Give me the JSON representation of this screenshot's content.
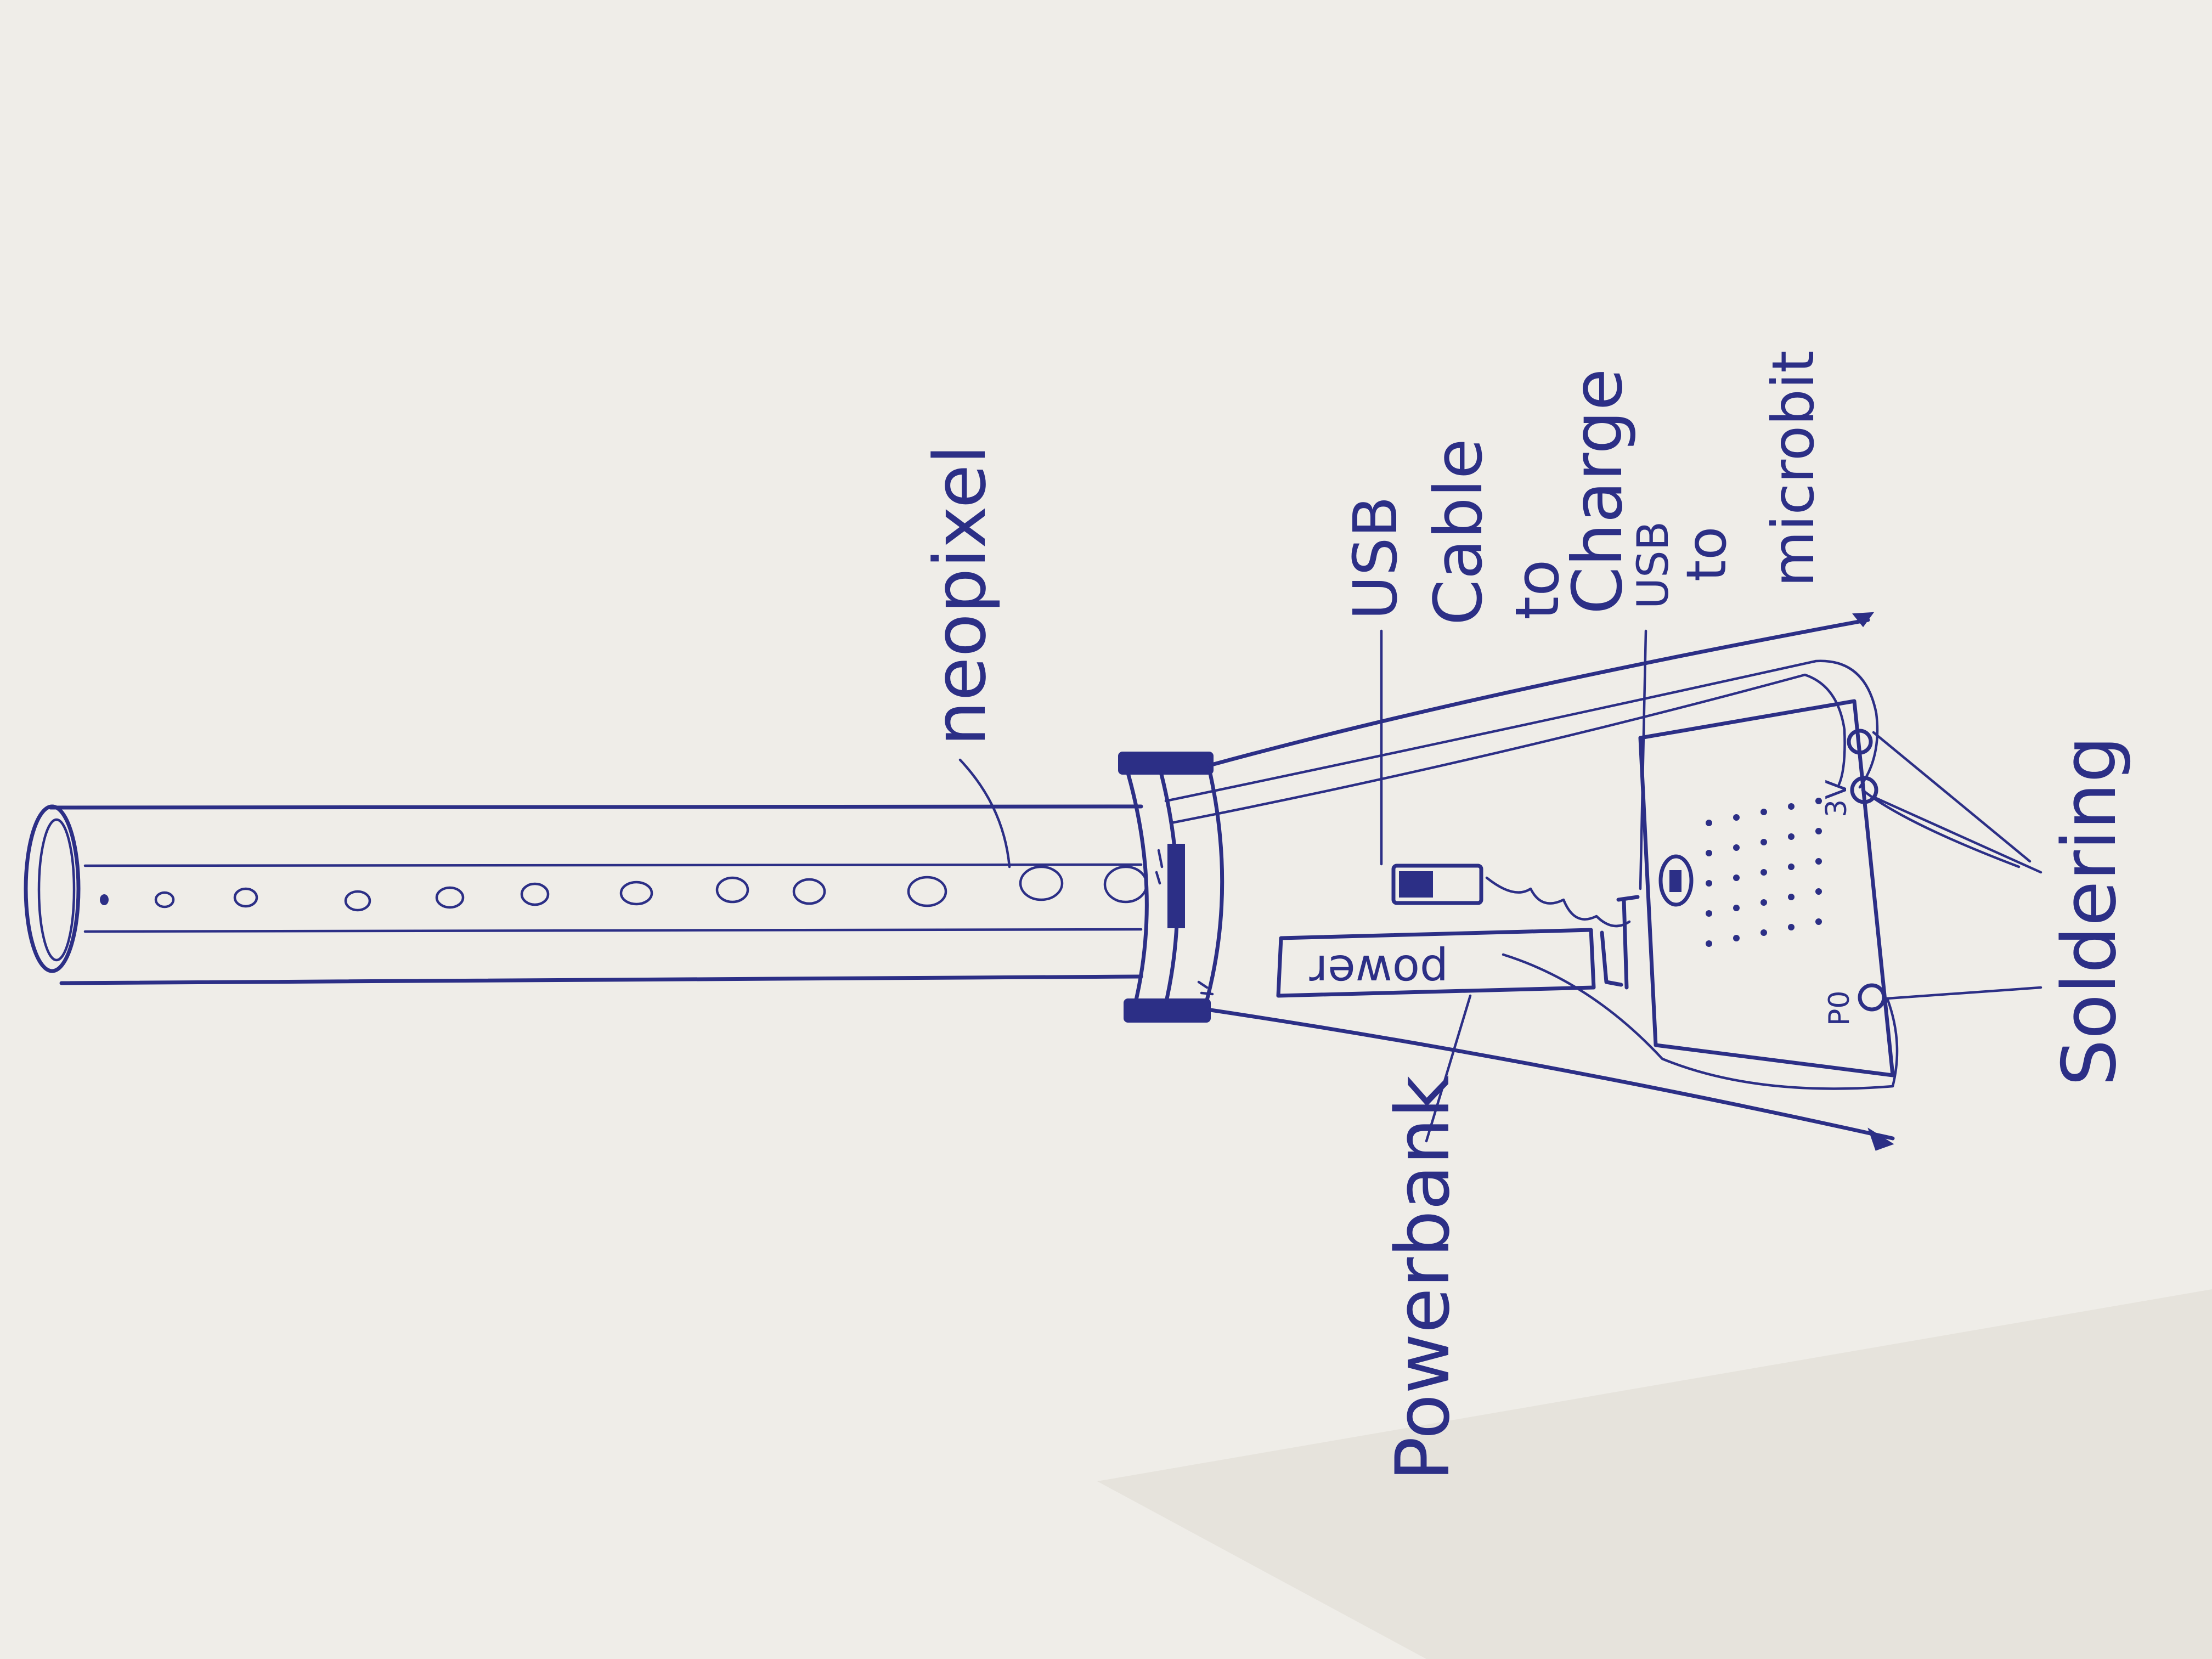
{
  "labels": {
    "neopixel": "neopixel",
    "usb_cable": "USB",
    "usb_cable_2": "Cable",
    "to_charge": "to",
    "to_charge_2": "Charge",
    "usb_micro": "USB",
    "usb_micro_2": "to",
    "usb_micro_3": "microbit",
    "soldering": "Soldering",
    "powerbank": "Powerbank",
    "power": "power",
    "pin_3v": "3V",
    "pin_p0": "P0"
  },
  "colors": {
    "paper": "#efede8",
    "ink": "#2c2f86"
  }
}
